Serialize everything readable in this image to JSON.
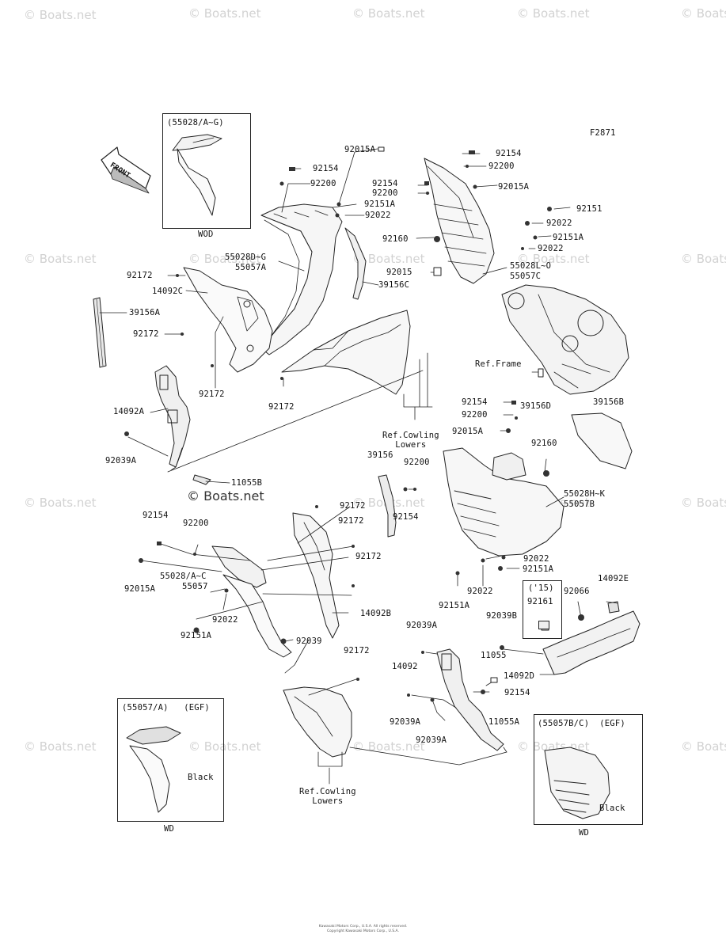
{
  "figure_code": "F2871",
  "watermark": "© Boats.net",
  "front_arrow_label": "FRONT",
  "inset_boxes": {
    "top_left": {
      "header": "(55028/A~G)",
      "model": "WOD"
    },
    "bottom_left": {
      "header": "(55057/A)   (EGF)",
      "color_label": "Black",
      "model": "WD"
    },
    "bottom_right": {
      "header": "(55057B/C)  (EGF)",
      "color_label": "Black",
      "model": "WD"
    },
    "year_box": {
      "year": "('15)",
      "part": "92161"
    }
  },
  "part_labels": {
    "92015A_1": "92015A",
    "92154_1": "92154",
    "92200_1": "92200",
    "92151A_1": "92151A",
    "92022_1": "92022",
    "55028D_G": "55028D~G",
    "55057A_1": "55057A",
    "92172_1": "92172",
    "14092C": "14092C",
    "39156A": "39156A",
    "92172_2": "92172",
    "39156C": "39156C",
    "92172_3": "92172",
    "92172_4": "92172",
    "14092A": "14092A",
    "92039A_1": "92039A",
    "11055B": "11055B",
    "92154_2": "92154",
    "92200_2": "92200",
    "92015A_2": "92015A",
    "92154_3": "92154",
    "92200_3": "92200",
    "92151_1": "92151",
    "92022_2": "92022",
    "92151A_2": "92151A",
    "92160_1": "92160",
    "92022_3": "92022",
    "92015_1": "92015",
    "55028L_O": "55028L~O",
    "55057C": "55057C",
    "ref_frame": "Ref.Frame",
    "39156D": "39156D",
    "39156B": "39156B",
    "92154_4": "92154",
    "92200_4": "92200",
    "92015A_3": "92015A",
    "92160_2": "92160",
    "ref_cowling_1": "Ref.Cowling\nLowers",
    "39156": "39156",
    "92200_5": "92200",
    "92154_5": "92154",
    "55028H_K": "55028H~K",
    "55057B": "55057B",
    "92022_4": "92022",
    "92151A_3": "92151A",
    "92022_5": "92022",
    "92151A_4": "92151A",
    "14092E": "14092E",
    "92066": "92066",
    "92039B": "92039B",
    "14092D": "14092D",
    "92154_6": "92154",
    "92200_6": "92200",
    "92172_5": "92172",
    "92172_6": "92172",
    "92015A_4": "92015A",
    "55028A_C": "55028/A~C",
    "55057": "55057",
    "92172_7": "92172",
    "92022_6": "92022",
    "14092B": "14092B",
    "92151A_5": "92151A",
    "92039_1": "92039",
    "92172_8": "92172",
    "92039A_2": "92039A",
    "11055": "11055",
    "14092": "14092",
    "92154_7": "92154",
    "92039A_3": "92039A",
    "11055A": "11055A",
    "92039A_4": "92039A",
    "ref_cowling_2": "Ref.Cowling\nLowers"
  },
  "footer": {
    "line1": "Kawasaki Motors Corp., U.S.A. All rights reserved.",
    "line2": "Copyright  Kawasaki Motors Corp., U.S.A."
  }
}
